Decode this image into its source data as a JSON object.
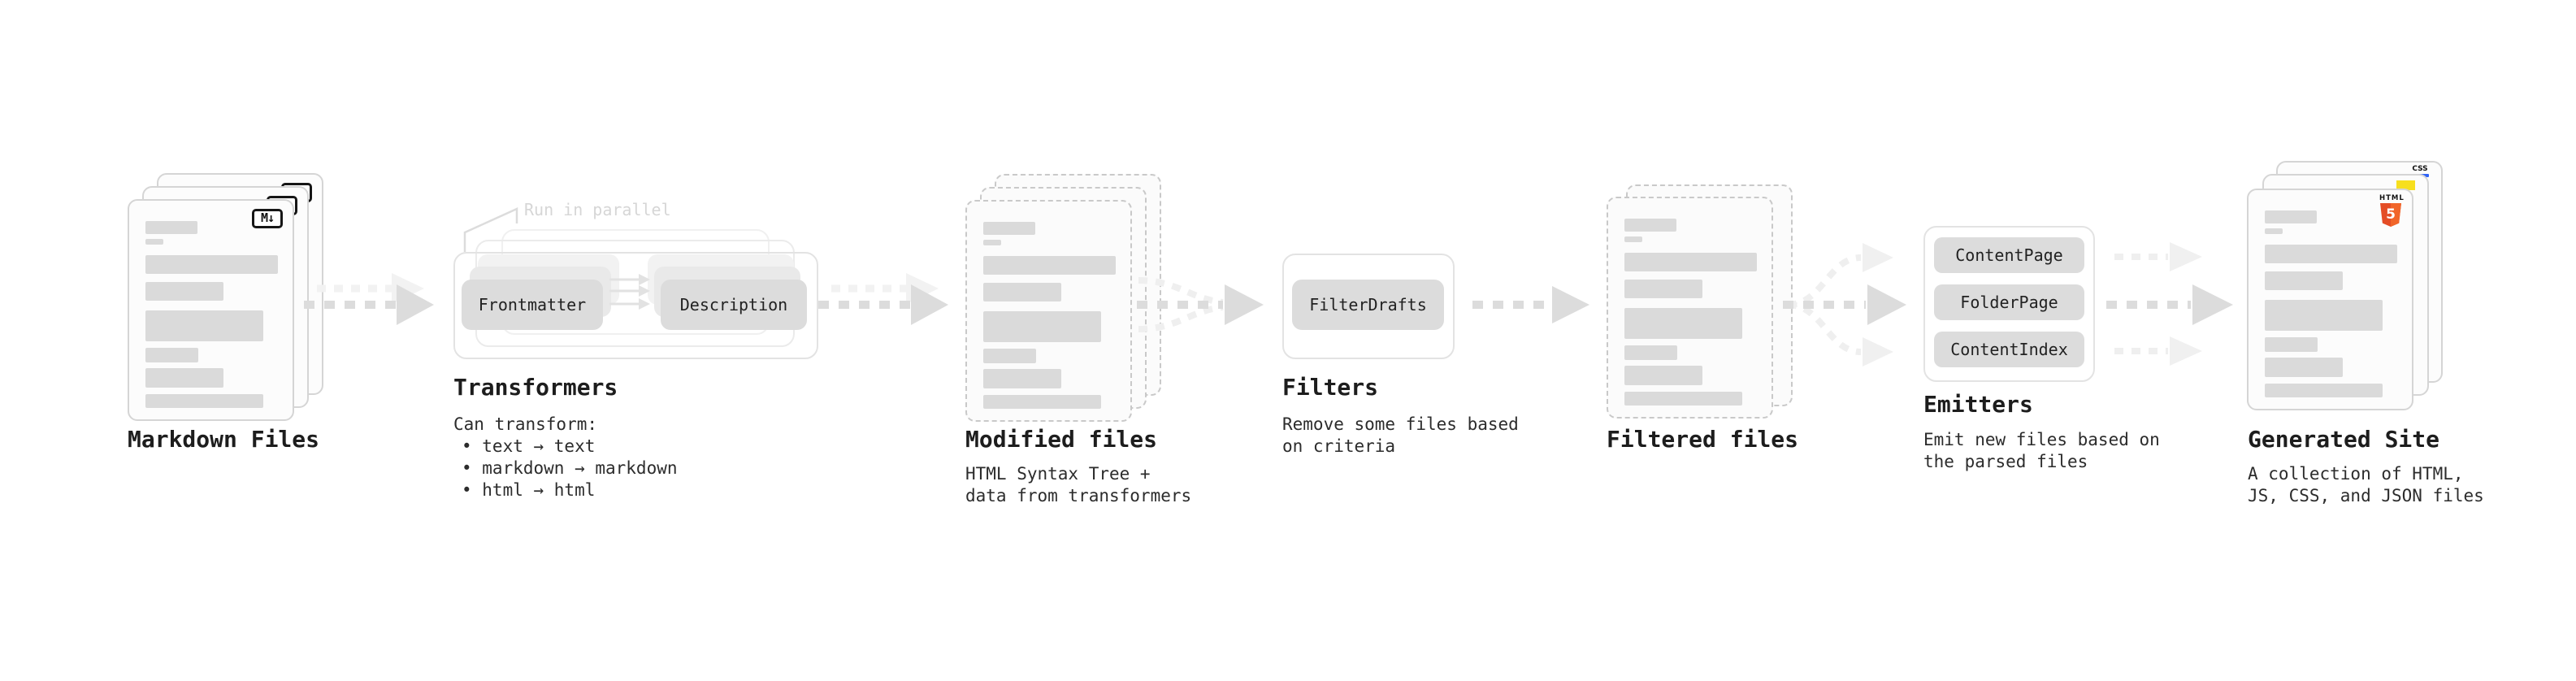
{
  "diagram": {
    "nodes": {
      "markdown_files": {
        "label": "Markdown Files",
        "badge": "M↓"
      },
      "transformers": {
        "label": "Transformers",
        "annotation": "Run in parallel",
        "boxes": [
          "Frontmatter",
          "Description"
        ],
        "desc_title": "Can transform:",
        "bullets": [
          "• text → text",
          "• markdown → markdown",
          "• html → html"
        ]
      },
      "modified_files": {
        "label": "Modified files",
        "desc": "HTML Syntax Tree +\ndata from transformers"
      },
      "filters": {
        "label": "Filters",
        "boxes": [
          "FilterDrafts"
        ],
        "desc": "Remove some files based\non criteria"
      },
      "filtered_files": {
        "label": "Filtered files"
      },
      "emitters": {
        "label": "Emitters",
        "boxes": [
          "ContentPage",
          "FolderPage",
          "ContentIndex"
        ],
        "desc": "Emit new files based on\nthe parsed files"
      },
      "generated_site": {
        "label": "Generated Site",
        "desc": "A collection of HTML,\nJS, CSS, and JSON files",
        "badges": {
          "css": "CSS",
          "html_text": "HTML",
          "html_number": "5"
        }
      }
    },
    "colors": {
      "css_blue": "#2e63f7",
      "js_yellow": "#f7df1e",
      "html_orange": "#e44d26",
      "html_orange_light": "#f16529"
    }
  }
}
